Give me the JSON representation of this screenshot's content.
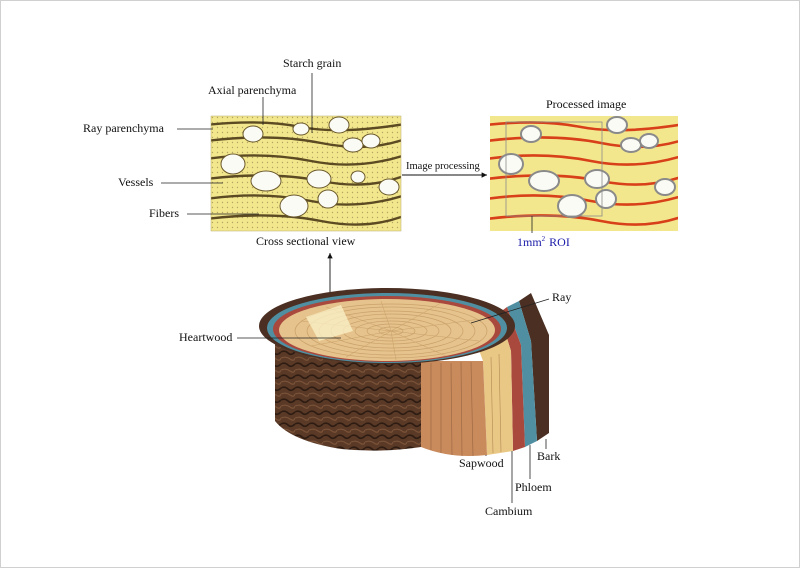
{
  "micrograph": {
    "labels": {
      "starch_grain": "Starch grain",
      "axial_parenchyma": "Axial parenchyma",
      "ray_parenchyma": "Ray parenchyma",
      "vessels": "Vessels",
      "fibers": "Fibers"
    },
    "caption": "Cross sectional view"
  },
  "processing": {
    "arrow_label": "Image processing",
    "title": "Processed image",
    "roi_label_prefix": "1mm",
    "roi_label_sup": "2",
    "roi_label_suffix": "ROI"
  },
  "log": {
    "labels": {
      "heartwood": "Heartwood",
      "ray": "Ray",
      "sapwood": "Sapwood",
      "bark": "Bark",
      "phloem": "Phloem",
      "cambium": "Cambium"
    }
  },
  "colors": {
    "micrograph_bg": "#f3e78e",
    "vessel_fill": "#fbfbf6",
    "fiber_band": "#5b4a22",
    "processed_red": "#d8401a",
    "roi_label": "#1a1aa8",
    "heartwood": "#e6c38c",
    "sapwood": "#c98a5c",
    "cambium": "#a9493e",
    "phloem": "#4f8fa1",
    "bark": "#4a2f22"
  }
}
